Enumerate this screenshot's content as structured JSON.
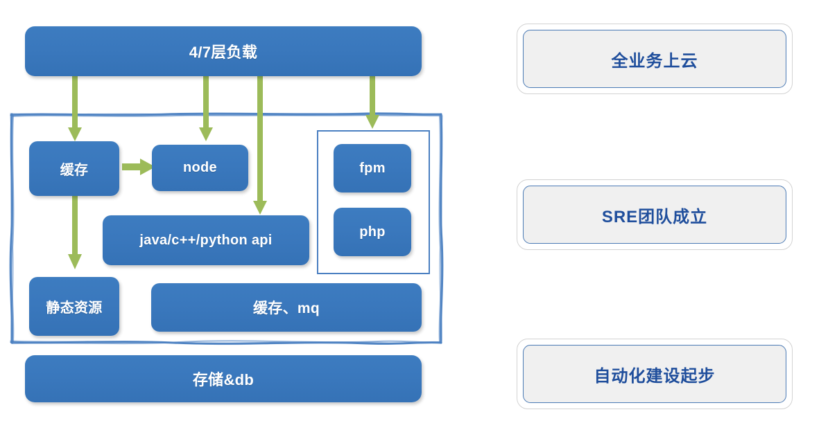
{
  "diagram": {
    "title_box": {
      "label": "4/7层负载"
    },
    "storage_box": {
      "label": "存储&db"
    },
    "nodes": [
      {
        "id": "cache",
        "label": "缓存"
      },
      {
        "id": "node",
        "label": "node"
      },
      {
        "id": "api",
        "label": "java/c++/python api"
      },
      {
        "id": "static",
        "label": "静态资源"
      },
      {
        "id": "cachemq",
        "label": "缓存、mq"
      },
      {
        "id": "fpm",
        "label": "fpm"
      },
      {
        "id": "php",
        "label": "php"
      }
    ],
    "arrows": [
      {
        "from": "4/7层负载",
        "to": "缓存",
        "direction": "down"
      },
      {
        "from": "4/7层负载",
        "to": "node",
        "direction": "down"
      },
      {
        "from": "4/7层负载",
        "to": "java/c++/python api",
        "direction": "down"
      },
      {
        "from": "4/7层负载",
        "to": "fpm",
        "direction": "down"
      },
      {
        "from": "缓存",
        "to": "node",
        "direction": "right"
      },
      {
        "from": "缓存",
        "to": "静态资源",
        "direction": "down"
      }
    ]
  },
  "milestones": [
    {
      "label": "全业务上云"
    },
    {
      "label": "SRE团队成立"
    },
    {
      "label": "自动化建设起步"
    }
  ],
  "colors": {
    "box_blue_top": "#3d7cc0",
    "box_blue_bottom": "#3572b6",
    "arrow_green": "#9cbb59",
    "sketch_border_blue": "#4a7fc1",
    "milestone_text": "#1f4e9c",
    "milestone_fill": "#f0f0f0",
    "milestone_outer_border": "#d2d2d2"
  }
}
